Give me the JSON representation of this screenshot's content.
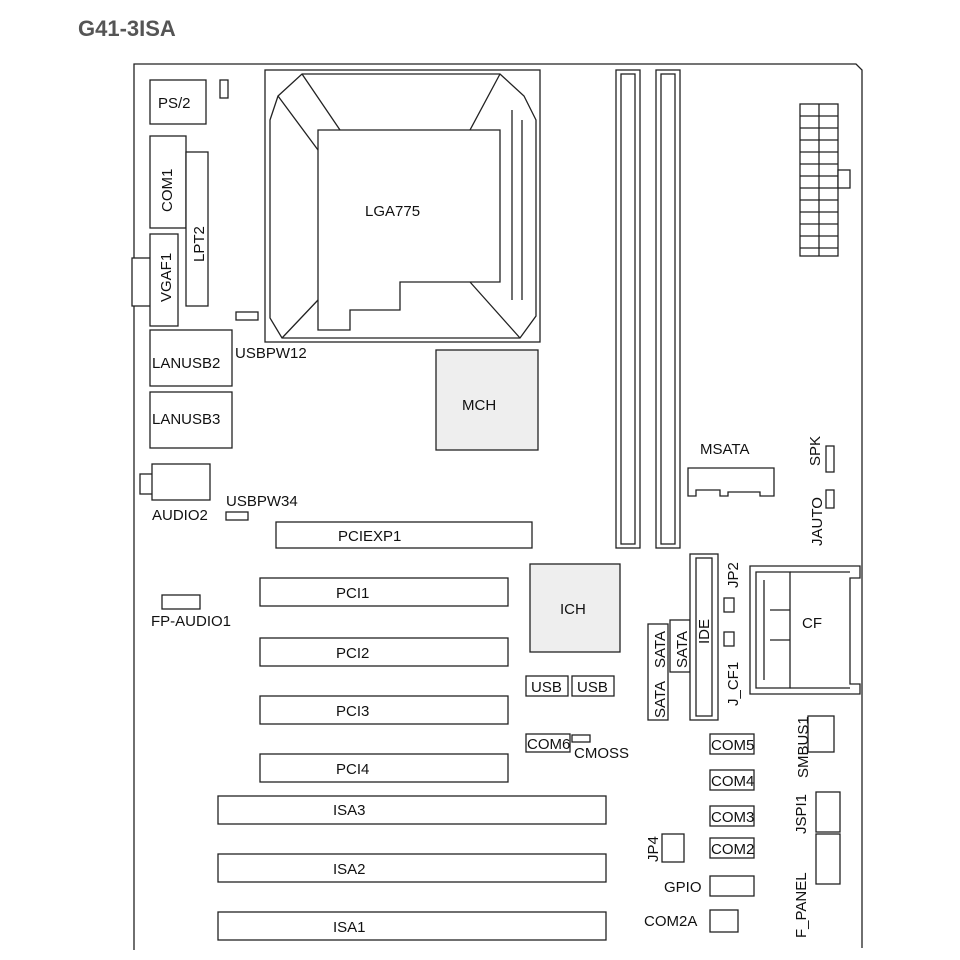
{
  "board": {
    "title": "G41-3ISA"
  },
  "labels": {
    "ps2": "PS/2",
    "com1": "COM1",
    "lpt2": "LPT2",
    "vgaf1": "VGAF1",
    "usbpw12": "USBPW12",
    "lanusb2": "LANUSB2",
    "lanusb3": "LANUSB3",
    "audio2": "AUDIO2",
    "usbpw34": "USBPW34",
    "fp_audio1": "FP-AUDIO1",
    "lga775": "LGA775",
    "mch": "MCH",
    "pciexp1": "PCIEXP1",
    "pci1": "PCI1",
    "pci2": "PCI2",
    "pci3": "PCI3",
    "pci4": "PCI4",
    "isa3": "ISA3",
    "isa2": "ISA2",
    "isa1": "ISA1",
    "ich": "ICH",
    "usb_a": "USB",
    "usb_b": "USB",
    "com6": "COM6",
    "cmoss": "CMOSS",
    "sata_a": "SATA",
    "sata_b": "SATA",
    "sata_c": "SATA",
    "ide": "IDE",
    "jp2": "JP2",
    "j_cf1": "J_CF1",
    "cf": "CF",
    "msata": "MSATA",
    "spk": "SPK",
    "jauto": "JAUTO",
    "smbus1": "SMBUS1",
    "com5": "COM5",
    "com4": "COM4",
    "com3": "COM3",
    "com2": "COM2",
    "jp4": "JP4",
    "gpio": "GPIO",
    "com2a": "COM2A",
    "jspi1": "JSPI1",
    "f_panel": "F_PANEL"
  }
}
